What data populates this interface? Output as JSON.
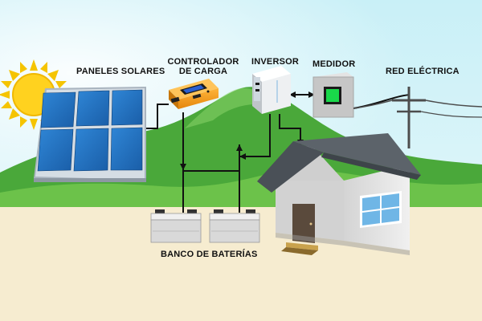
{
  "labels": {
    "solar_panels": "PANELES SOLARES",
    "charge_controller_line1": "CONTROLADOR",
    "charge_controller_line2": "DE CARGA",
    "inverter": "INVERSOR",
    "meter": "MEDIDOR",
    "grid": "RED ELÉCTRICA",
    "battery_bank": "BANCO DE BATERÍAS"
  },
  "colors": {
    "sky": "#bfe9f5",
    "hill_dark": "#3c9a35",
    "hill_light": "#6cc24a",
    "ground": "#f6ecd0",
    "sun": "#ffd21f",
    "panel_cell": "#1f6fc0",
    "panel_frame": "#b8c2cc",
    "controller_body": "#f59a16",
    "controller_screen": "#2a5fd0",
    "inverter_body": "#f2f2f2",
    "meter_body": "#c8c8c8",
    "meter_display": "#19d84a",
    "house_wall": "#e6e6e6",
    "roof": "#555c63",
    "door": "#5a4a3c",
    "window": "#6fb6e6",
    "battery": "#d9d9d9",
    "wire": "#111111"
  },
  "icons": {
    "sun": "sun-icon",
    "panel": "solar-panel-icon",
    "controller": "charge-controller-icon",
    "inverter": "inverter-icon",
    "meter": "meter-icon",
    "pole": "utility-pole-icon",
    "house": "house-icon",
    "battery": "battery-icon"
  }
}
